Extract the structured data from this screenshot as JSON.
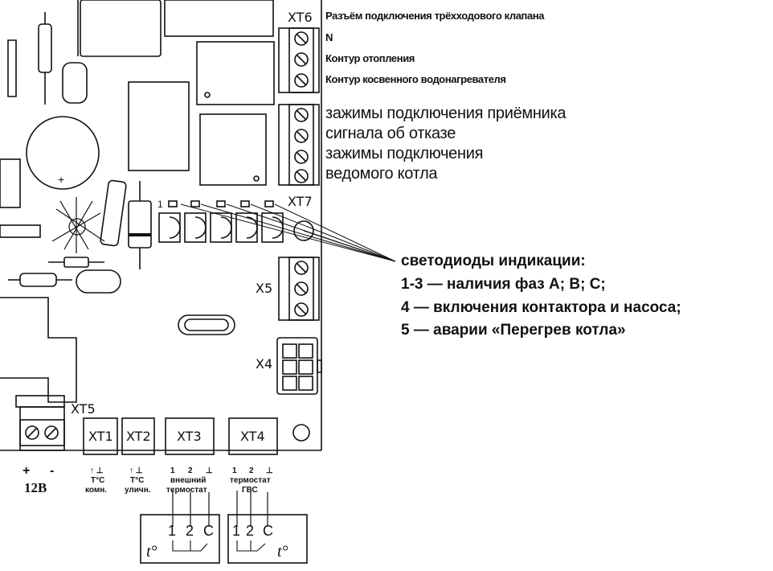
{
  "connectors": {
    "xt6": "XT6",
    "xt7": "XT7",
    "x5": "X5",
    "x4": "X4",
    "xt5": "XT5",
    "xt1": "XT1",
    "xt2": "XT2",
    "xt3": "XT3",
    "xt4": "XT4"
  },
  "xt6_labels": [
    "Разъём подключения трёхходового клапана",
    "N",
    "Контур отопления",
    "Контур косвенного водонагревателя"
  ],
  "xt7_labels": [
    "зажимы подключения приёмника",
    "сигнала об отказе",
    "зажимы подключения",
    "ведомого котла"
  ],
  "leds": {
    "first_index": "1",
    "lines": [
      "светодиоды индикации:",
      "1-3 — наличия фаз А; В; С;",
      "4 — включения контактора и насоса;",
      "5 — аварии «Перегрев котла»"
    ]
  },
  "power": {
    "plus": "+",
    "minus": "-",
    "voltage": "12В"
  },
  "xt1_caption": {
    "arrows": "↑ ⊥",
    "line1": "T°C",
    "line2": "комн."
  },
  "xt2_caption": {
    "arrows": "↑ ⊥",
    "line1": "T°C",
    "line2": "уличн."
  },
  "xt3_caption": {
    "pins": [
      "1",
      "2",
      "⊥"
    ],
    "line1": "внешний",
    "line2": "термостат"
  },
  "xt4_caption": {
    "pins": [
      "1",
      "2",
      "⊥"
    ],
    "line1": "термостат",
    "line2": "ГВС"
  },
  "thermostat_left": {
    "pins": [
      "1",
      "2",
      "C"
    ],
    "symbol": "t°"
  },
  "thermostat_right": {
    "pins": [
      "1",
      "2",
      "C"
    ],
    "symbol": "t°"
  },
  "plus_marker": "+"
}
